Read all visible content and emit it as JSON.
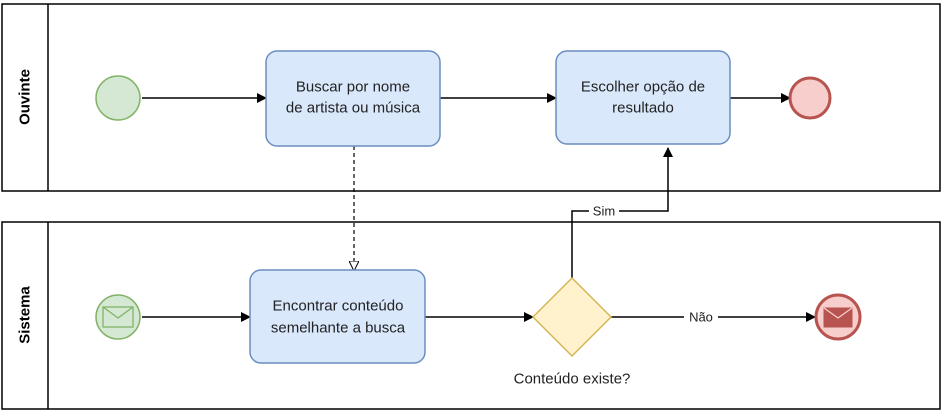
{
  "lanes": {
    "ouvinte": {
      "label": "Ouvinte"
    },
    "sistema": {
      "label": "Sistema"
    }
  },
  "tasks": {
    "buscar": {
      "line1": "Buscar por nome",
      "line2": "de artista ou música"
    },
    "escolher": {
      "line1": "Escolher opção de",
      "line2": "resultado"
    },
    "encontrar": {
      "line1": "Encontrar conteúdo",
      "line2": "semelhante a busca"
    }
  },
  "gateway": {
    "label": "Conteúdo existe?"
  },
  "edges": {
    "sim": "Sim",
    "nao": "Não"
  },
  "colors": {
    "start_fill": "#d5e8d4",
    "start_stroke": "#82b366",
    "end_fill": "#f8cecc",
    "end_stroke": "#b85450",
    "task_fill": "#dae8fc",
    "task_stroke": "#6c8ebf",
    "gateway_fill": "#fff2cc",
    "gateway_stroke": "#d6b656"
  }
}
